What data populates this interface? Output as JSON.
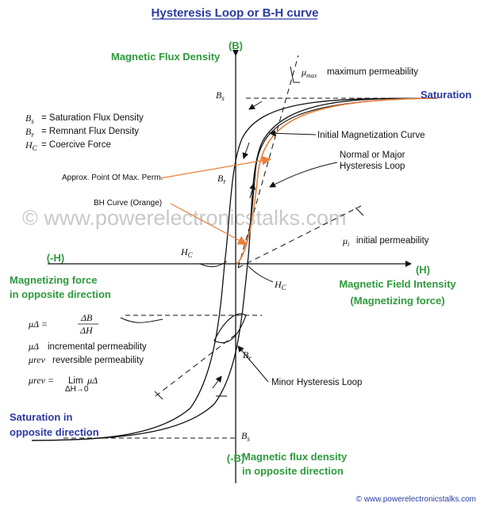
{
  "title": "Hysteresis Loop or B-H curve",
  "axes": {
    "b_top": "(B)",
    "b_bottom": "(-B)",
    "h_right": "(H)",
    "h_left": "(-H)"
  },
  "labels_green": {
    "flux_density": "Magnetic Flux Density",
    "magnetizing_opposite_1": "Magnetizing force",
    "magnetizing_opposite_2": "in opposite direction",
    "field_intensity_1": "Magnetic Field Intensity",
    "field_intensity_2": "(Magnetizing force)",
    "flux_opposite_1": "Magnetic flux density",
    "flux_opposite_2": "in opposite direction"
  },
  "labels_blue": {
    "saturation": "Saturation",
    "saturation_opposite_1": "Saturation in",
    "saturation_opposite_2": "opposite direction"
  },
  "legend": {
    "bs": "= Saturation Flux Density",
    "br": "= Remnant Flux Density",
    "hc": "= Coercive Force"
  },
  "symbols": {
    "bs": "B",
    "bs_sub": "s",
    "br": "B",
    "br_sub": "r",
    "hc": "H",
    "hc_sub": "C",
    "mu": "μ",
    "mu_max_sub": "max",
    "mu_i_sub": "i"
  },
  "annotations": {
    "mu_max": "maximum permeability",
    "initial_mag": "Initial Magnetization Curve",
    "normal_loop_1": "Normal or Major",
    "normal_loop_2": "Hysteresis Loop",
    "max_perm_point": "Approx. Point Of Max. Perm.",
    "bh_orange": "BH Curve (Orange)",
    "mu_i": "initial permeability",
    "minor_loop": "Minor Hysteresis Loop",
    "incremental": "incremental permeability",
    "reversible": "reversible permeability",
    "mu_delta_eq": "μΔ =",
    "delta_b": "ΔB",
    "delta_h": "ΔH",
    "mu_delta": "μΔ",
    "mu_rev": "μrev",
    "mu_rev_eq": "μrev =",
    "lim": "Lim",
    "lim_sub": "ΔH→0",
    "lim_tail": "μΔ"
  },
  "watermark": "© www.powerelectronicstalks.com",
  "footer": "© www.powerelectronicstalks.com",
  "colors": {
    "title_blue": "#2b3aa0",
    "green": "#2e9a3c",
    "orange": "#e8803a",
    "curve": "#111111"
  }
}
